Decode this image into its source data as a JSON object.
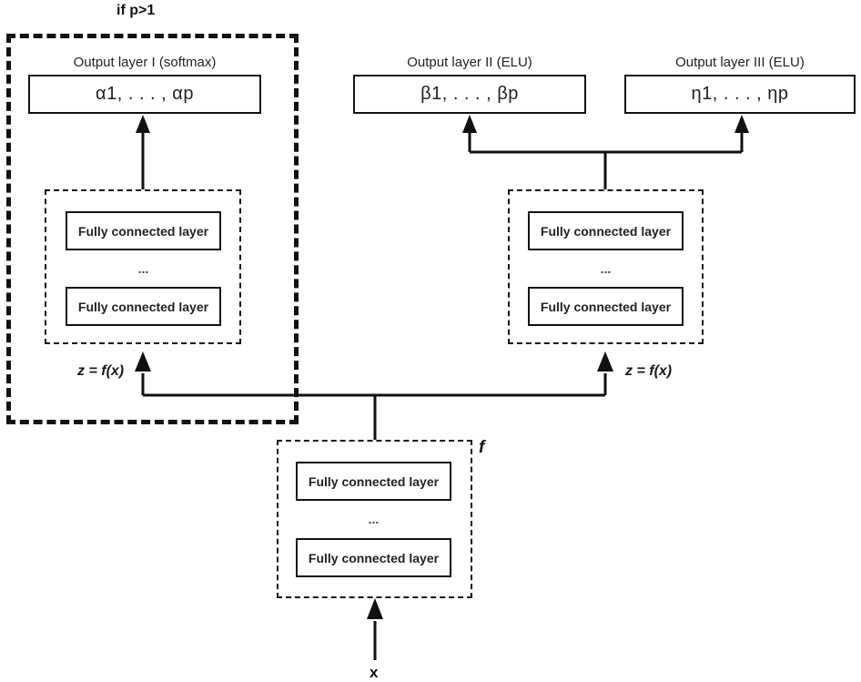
{
  "diagram": {
    "condition_label": "if p>1",
    "branch_function_label": "f",
    "input_label": "x",
    "ellipsis": "...",
    "fc_layer_label": "Fully connected layer",
    "z_label": "z = f(x)",
    "outputs": [
      {
        "caption": "Output layer I (softmax)",
        "value": "α1, . . . , αp"
      },
      {
        "caption": "Output layer II (ELU)",
        "value": "β1, . . . , βp"
      },
      {
        "caption": "Output layer III (ELU)",
        "value": "η1, . . . , ηp"
      }
    ],
    "colors": {
      "stroke": "#111111",
      "background": "#ffffff",
      "text": "#222222"
    }
  }
}
